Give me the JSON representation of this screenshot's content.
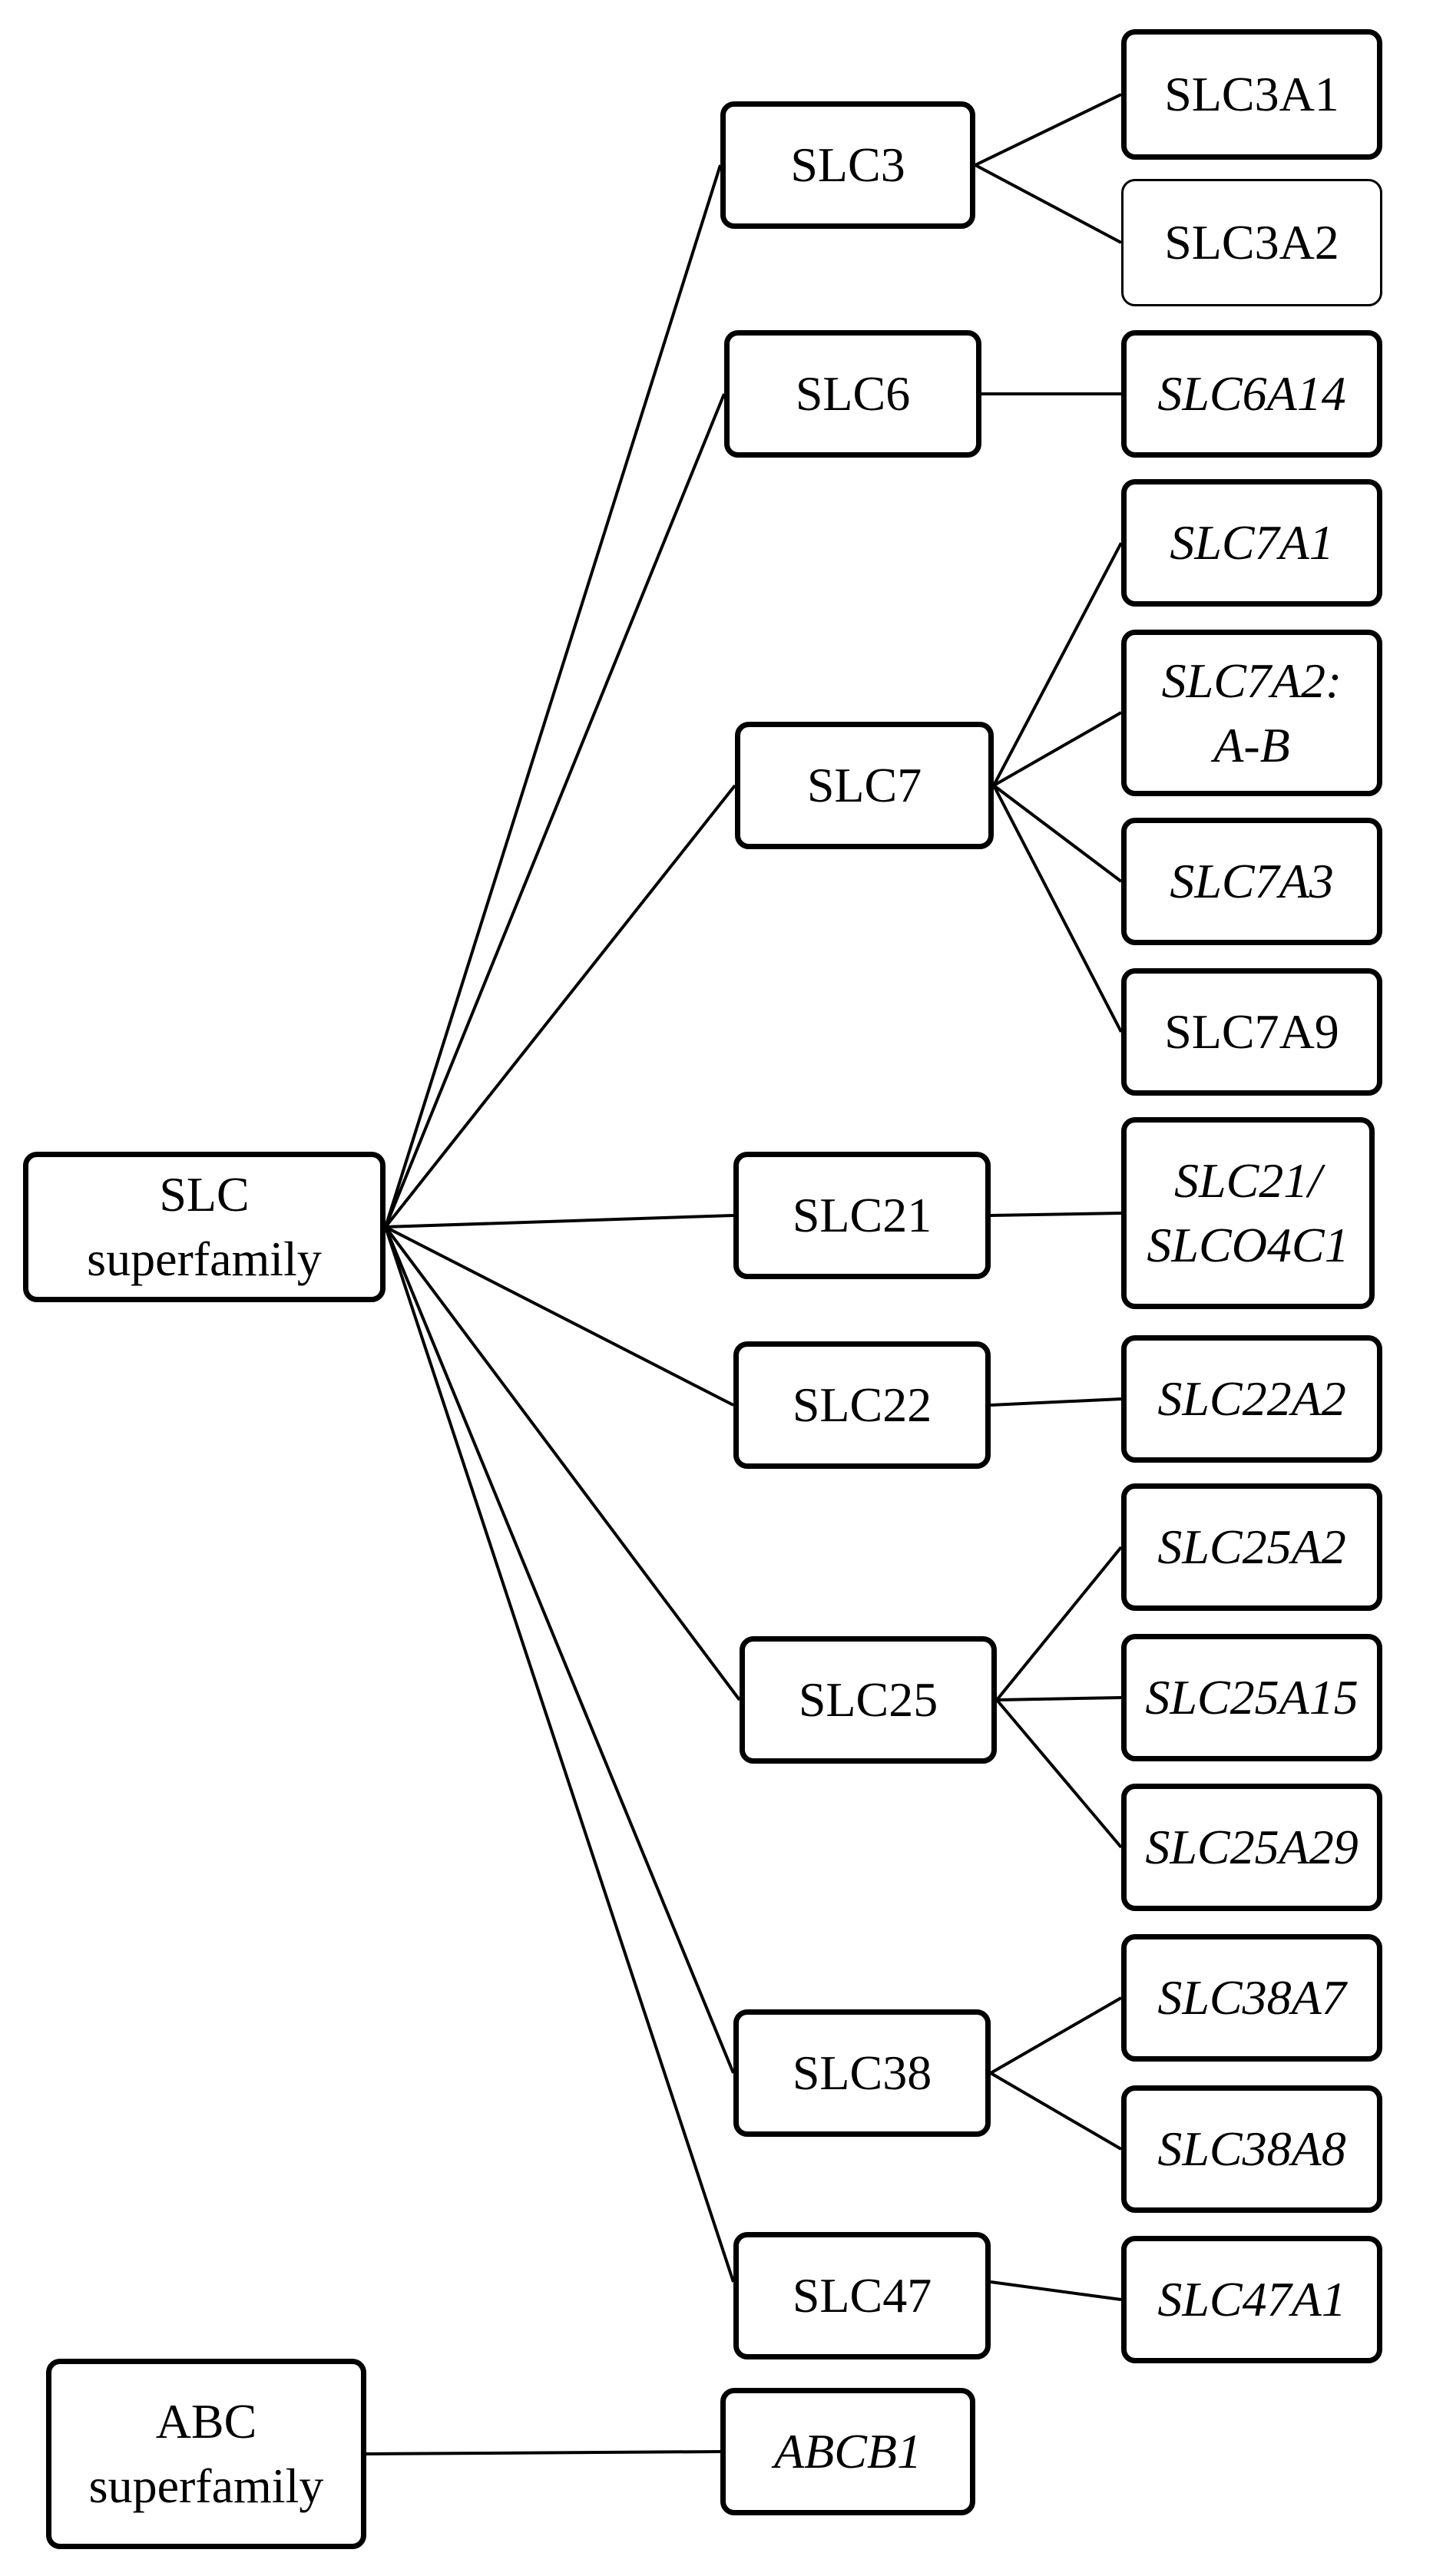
{
  "roots": {
    "slc": "SLC\nsuperfamily",
    "abc": "ABC\nsuperfamily"
  },
  "families": {
    "slc3": "SLC3",
    "slc6": "SLC6",
    "slc7": "SLC7",
    "slc21": "SLC21",
    "slc22": "SLC22",
    "slc25": "SLC25",
    "slc38": "SLC38",
    "slc47": "SLC47",
    "abcb1": "ABCB1"
  },
  "genes": {
    "slc3a1": "SLC3A1",
    "slc3a2": "SLC3A2",
    "slc6a14": "SLC6A14",
    "slc7a1": "SLC7A1",
    "slc7a2": "SLC7A2:\nA-B",
    "slc7a3": "SLC7A3",
    "slc7a9": "SLC7A9",
    "slc21": "SLC21/\nSLCO4C1",
    "slc22a2": "SLC22A2",
    "slc25a2": "SLC25A2",
    "slc25a15": "SLC25A15",
    "slc25a29": "SLC25A29",
    "slc38a7": "SLC38A7",
    "slc38a8": "SLC38A8",
    "slc47a1": "SLC47A1"
  }
}
